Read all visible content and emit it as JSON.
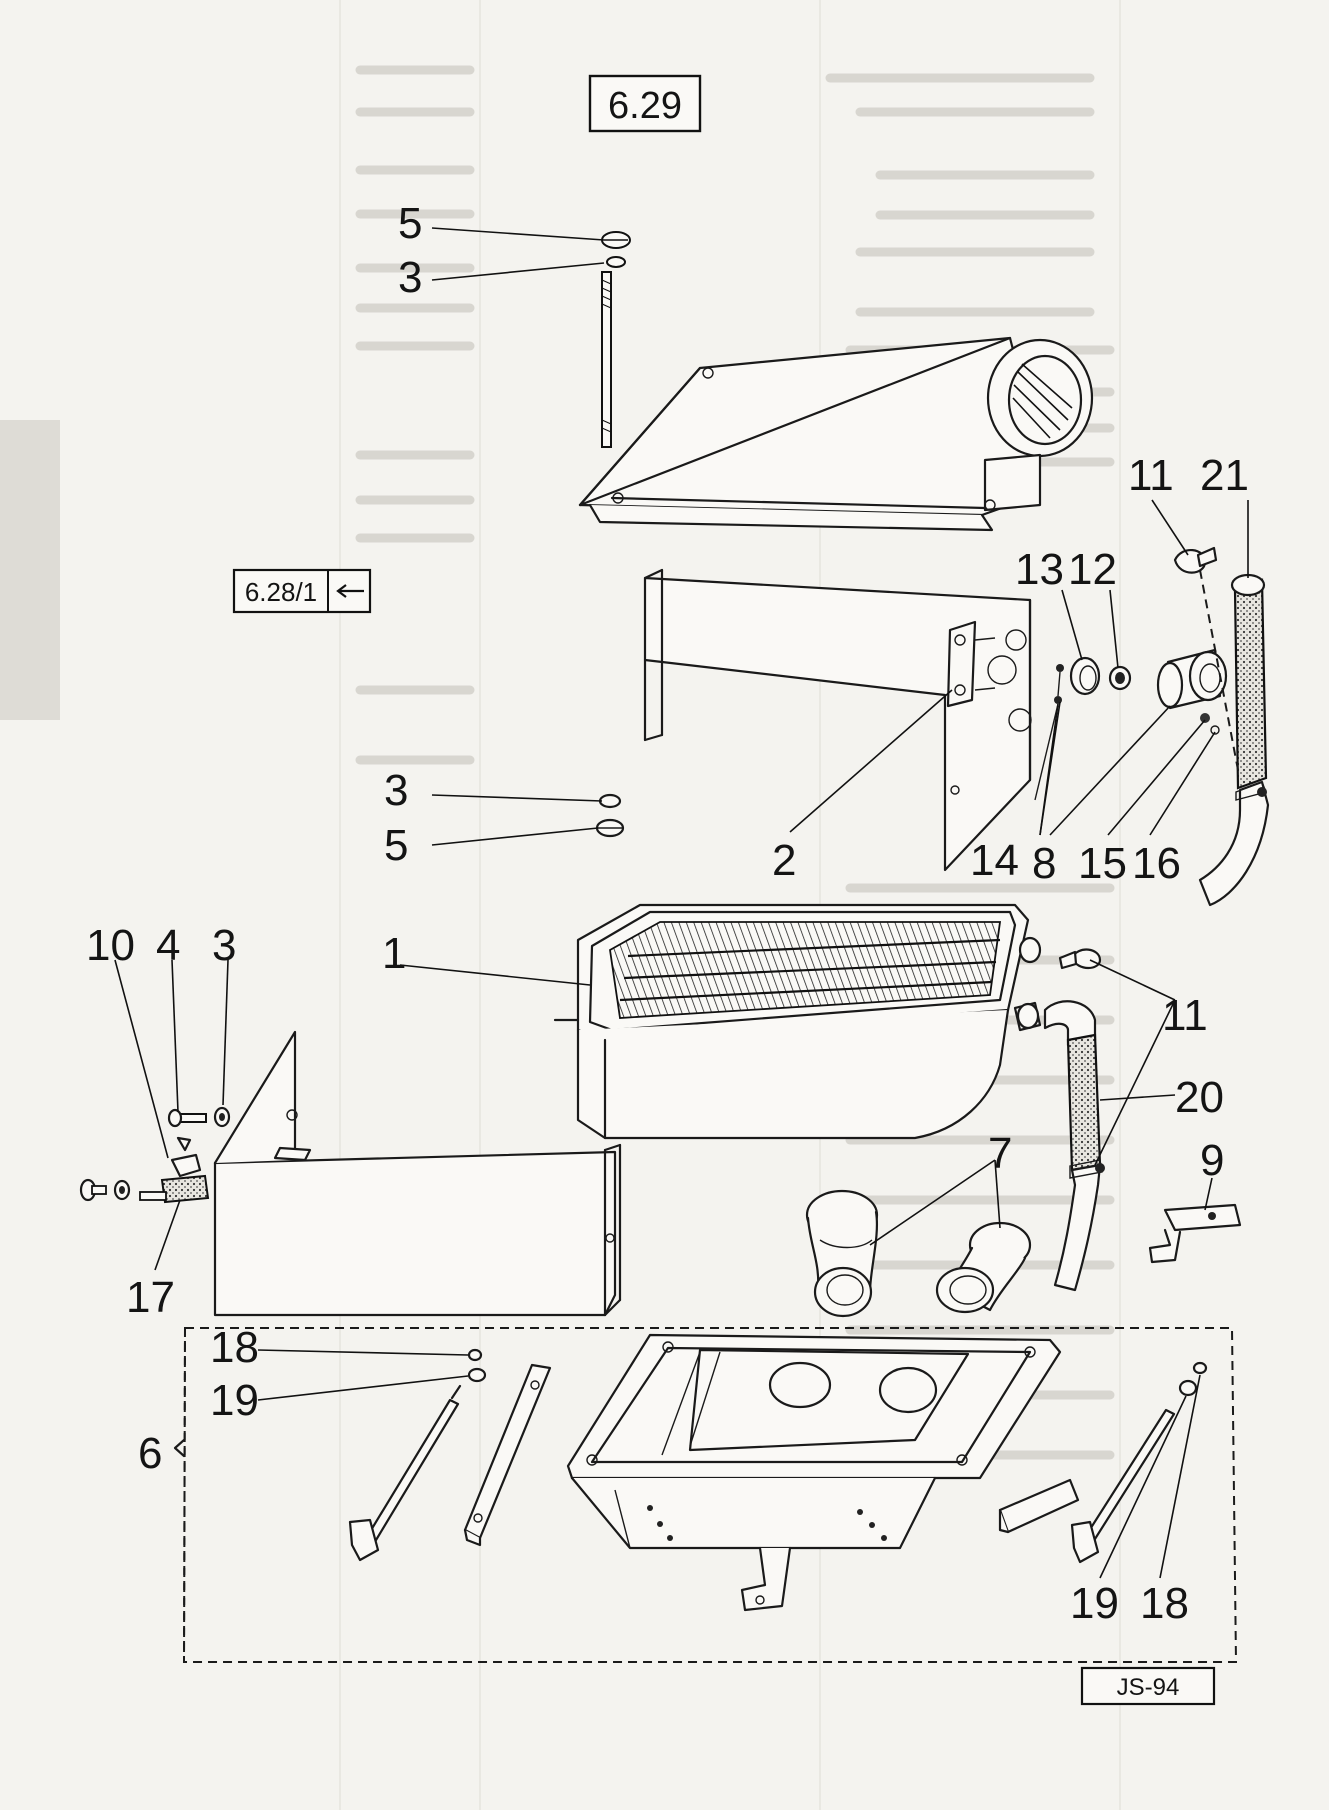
{
  "diagram": {
    "figure_number": "6.29",
    "reference_arrow_label": "6.28/1",
    "drawing_code": "JS-94",
    "group_marker": "6",
    "part_callouts": [
      {
        "id": "c5-top",
        "label": "5"
      },
      {
        "id": "c3-top",
        "label": "3"
      },
      {
        "id": "c11-top",
        "label": "11"
      },
      {
        "id": "c21",
        "label": "21"
      },
      {
        "id": "c13",
        "label": "13"
      },
      {
        "id": "c12",
        "label": "12"
      },
      {
        "id": "c3-mid",
        "label": "3"
      },
      {
        "id": "c5-mid",
        "label": "5"
      },
      {
        "id": "c2",
        "label": "2"
      },
      {
        "id": "c14",
        "label": "14"
      },
      {
        "id": "c8",
        "label": "8"
      },
      {
        "id": "c15",
        "label": "15"
      },
      {
        "id": "c16",
        "label": "16"
      },
      {
        "id": "c10",
        "label": "10"
      },
      {
        "id": "c4",
        "label": "4"
      },
      {
        "id": "c3-left",
        "label": "3"
      },
      {
        "id": "c1",
        "label": "1"
      },
      {
        "id": "c11-right",
        "label": "11"
      },
      {
        "id": "c20",
        "label": "20"
      },
      {
        "id": "c7",
        "label": "7"
      },
      {
        "id": "c9",
        "label": "9"
      },
      {
        "id": "c17",
        "label": "17"
      },
      {
        "id": "c18-left",
        "label": "18"
      },
      {
        "id": "c19-left",
        "label": "19"
      },
      {
        "id": "c19-right",
        "label": "19"
      },
      {
        "id": "c18-right",
        "label": "18"
      }
    ]
  }
}
